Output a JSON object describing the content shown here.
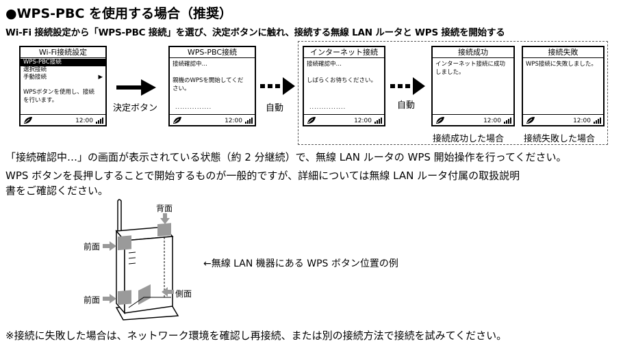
{
  "heading": "●WPS-PBC を使用する場合（推奨）",
  "subheading": "Wi-Fi 接続設定から「WPS-PBC 接続」を選び、決定ボタンに触れ、接続する無線 LAN ルータと WPS 接続を開始する",
  "screens": {
    "s1": {
      "title": "Wi-Fi接続設定",
      "menu": [
        "WPS-PBC接続",
        "選択接続",
        "手動接続"
      ],
      "menu_arrow": "▶",
      "body": "WPSボタンを使用し、接続\nを行います。",
      "time": "12:00"
    },
    "s2": {
      "title": "WPS-PBC接続",
      "body": "接続確認中…\n\n親機のWPSを開始してくだ\nさい。",
      "dots": "...............",
      "time": "12:00"
    },
    "s3": {
      "title": "インターネット接続",
      "body": "接続確認中…\n\nしばらくお待ちください。",
      "dots": "...............",
      "time": "12:00"
    },
    "s4": {
      "title": "接続成功",
      "body": "インターネット接続に成功\nしました。",
      "time": "12:00"
    },
    "s5": {
      "title": "接続失敗",
      "body": "WPS接続に失敗しました。",
      "time": "12:00"
    }
  },
  "flow_labels": {
    "decide": "決定ボタン",
    "auto1": "自動",
    "auto2": "自動",
    "success": "接続成功した場合",
    "failure": "接続失敗した場合"
  },
  "paragraphs": {
    "p1": "「接続確認中…」の画面が表示されている状態（約 2 分継続）で、無線 LAN ルータの WPS 開始操作を行ってください。",
    "p2": "WPS ボタンを長押しすることで開始するものが一般的ですが、詳細については無線 LAN ルータ付属の取扱説明",
    "p3": "書をご確認ください。"
  },
  "router": {
    "back": "背面",
    "front1": "前面",
    "front2": "前面",
    "side": "側面",
    "caption": "←無線 LAN 機器にある WPS ボタン位置の例"
  },
  "note": "※接続に失敗した場合は、ネットワーク環境を確認し再接続、または別の接続方法で接続を試みてください。"
}
